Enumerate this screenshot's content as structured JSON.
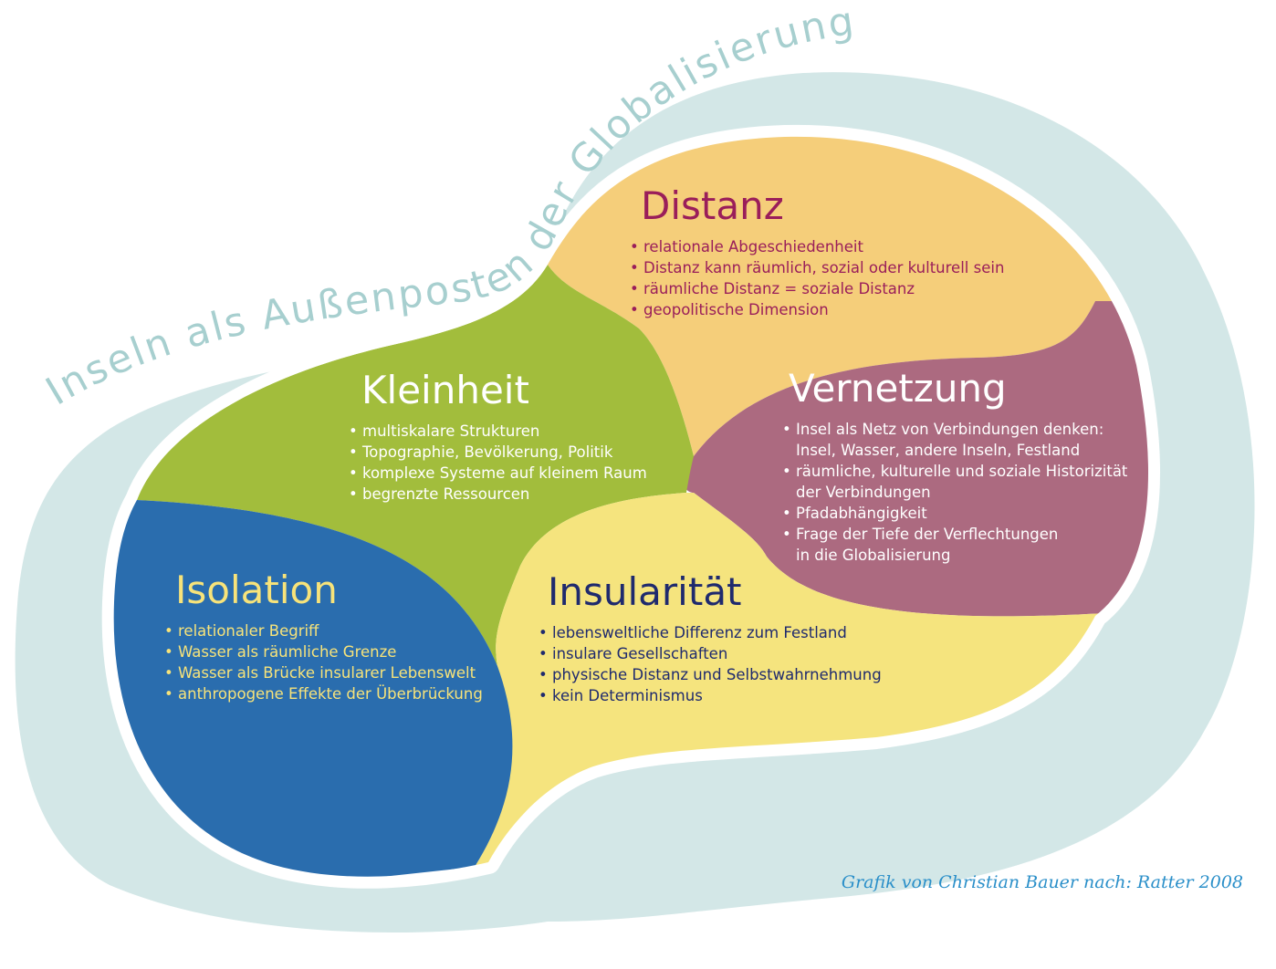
{
  "title": "Inseln als Außenposten der Globalisierung",
  "colors": {
    "outer_ring": "#d3e7e7",
    "title": "#a7cfcf",
    "distanz": "#f5ce7a",
    "kleinheit": "#a2bd3c",
    "vernetzung": "#ac6a80",
    "isolation": "#2a6dae",
    "insularitaet": "#f5e47e"
  },
  "regions": {
    "distanz": {
      "heading": "Distanz",
      "points": [
        "relationale Abgeschiedenheit",
        "Distanz kann räumlich, sozial oder kulturell sein",
        "räumliche Distanz = soziale Distanz",
        "geopolitische Dimension"
      ]
    },
    "kleinheit": {
      "heading": "Kleinheit",
      "points": [
        "multiskalare Strukturen",
        "Topographie, Bevölkerung, Politik",
        "komplexe Systeme auf kleinem Raum",
        "begrenzte Ressourcen"
      ]
    },
    "vernetzung": {
      "heading": "Vernetzung",
      "points": [
        "Insel als Netz von Verbindungen denken:\nInsel, Wasser, andere Inseln, Festland",
        "räumliche, kulturelle und soziale Historizität\nder Verbindungen",
        "Pfadabhängigkeit",
        "Frage der Tiefe der Verflechtungen\nin die Globalisierung"
      ]
    },
    "isolation": {
      "heading": "Isolation",
      "points": [
        "relationaler Begriff",
        "Wasser als räumliche Grenze",
        "Wasser als Brücke insularer Lebenswelt",
        "anthropogene Effekte der Überbrückung"
      ]
    },
    "insularitaet": {
      "heading": "Insularität",
      "points": [
        "lebensweltliche Differenz zum Festland",
        "insulare Gesellschaften",
        "physische Distanz und Selbstwahrnehmung",
        "kein Determinismus"
      ]
    }
  },
  "credit": "Grafik von Christian Bauer nach: Ratter 2008"
}
